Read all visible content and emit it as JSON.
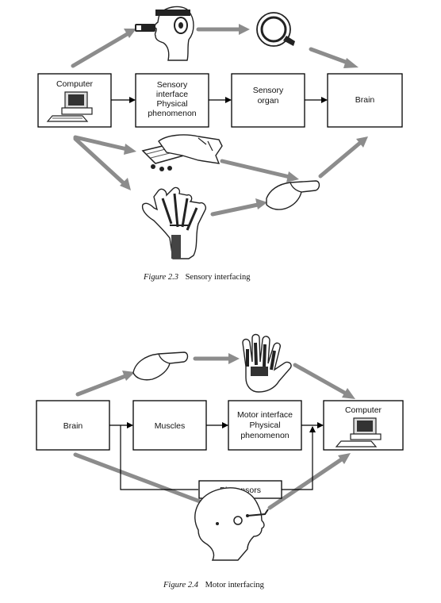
{
  "figure1": {
    "boxes": {
      "computer": [
        "Computer"
      ],
      "sensory_interface": [
        "Sensory",
        "interface",
        "Physical",
        "phenomenon"
      ],
      "sensory_organ": [
        "Sensory",
        "organ"
      ],
      "brain": [
        "Brain"
      ]
    },
    "caption_number": "Figure 2.3",
    "caption_text": "Sensory interfacing"
  },
  "figure2": {
    "boxes": {
      "brain": [
        "Brain"
      ],
      "muscles": [
        "Muscles"
      ],
      "motor_interface": [
        "Motor interface",
        "Physical",
        "phenomenon"
      ],
      "computer": [
        "Computer"
      ],
      "biosensors": [
        "Biosensors"
      ]
    },
    "caption_number": "Figure 2.4",
    "caption_text": "Motor interfacing"
  },
  "icons": [
    "head-with-display-icon",
    "eye-icon",
    "keyboard-hand-icon",
    "data-glove-icon",
    "hand-icon",
    "computer-icon",
    "head-with-electrodes-icon"
  ],
  "colors": {
    "arrow_gray": "#8c8c8c",
    "ink": "#000000",
    "background": "#ffffff"
  }
}
